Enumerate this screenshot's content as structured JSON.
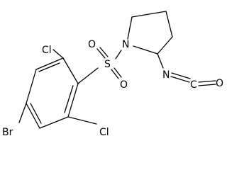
{
  "molecule": {
    "atom_labels": {
      "cl_top": "Cl",
      "cl_bottom": "Cl",
      "br": "Br",
      "sulfur": "S",
      "oxygen_upper": "O",
      "oxygen_lower": "O",
      "nitrogen_ring": "N",
      "nitrogen_isocyanate": "N",
      "carbon_isocyanate": "C",
      "oxygen_isocyanate": "O"
    }
  }
}
